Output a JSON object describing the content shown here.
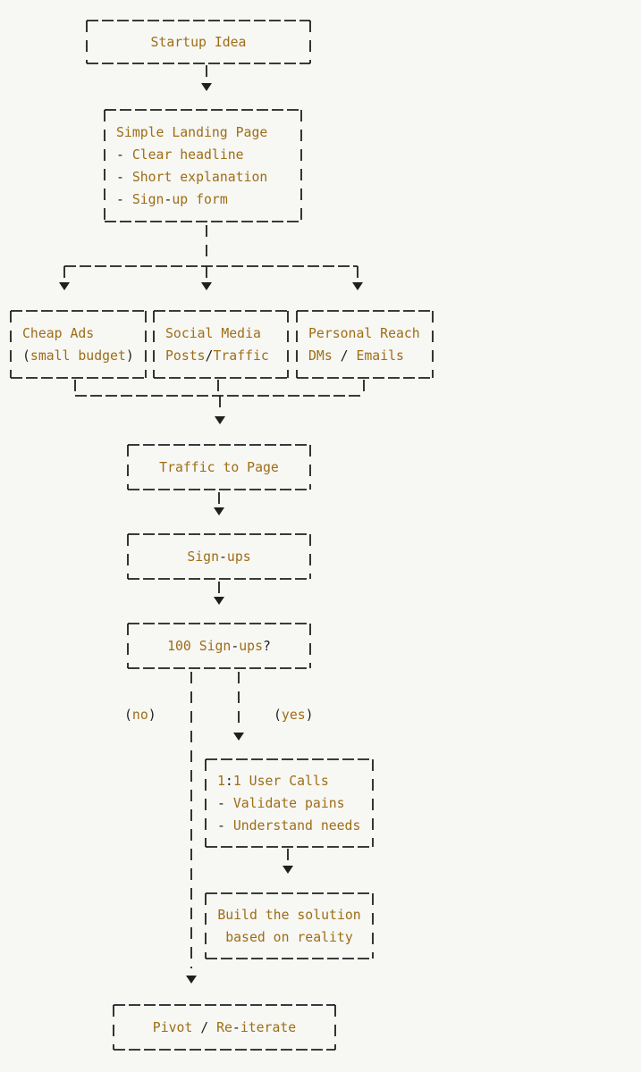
{
  "colors": {
    "background": "#f7f7f4",
    "ink": "#1f1f1f",
    "accent": "#9d6e16"
  },
  "icons": {
    "arrow_down_glyph": "▼"
  },
  "nodes": {
    "startup_idea": {
      "lines": [
        [
          {
            "t": "Startup Idea",
            "c": "a"
          }
        ]
      ]
    },
    "landing_page": {
      "lines": [
        [
          {
            "t": "Simple Landing Page",
            "c": "a"
          }
        ],
        [
          {
            "t": "- ",
            "c": "k"
          },
          {
            "t": "Clear headline",
            "c": "a"
          }
        ],
        [
          {
            "t": "- ",
            "c": "k"
          },
          {
            "t": "Short explanation",
            "c": "a"
          }
        ],
        [
          {
            "t": "- ",
            "c": "k"
          },
          {
            "t": "Sign",
            "c": "a"
          },
          {
            "t": "-",
            "c": "k"
          },
          {
            "t": "up form",
            "c": "a"
          }
        ]
      ]
    },
    "cheap_ads": {
      "lines": [
        [
          {
            "t": "Cheap Ads",
            "c": "a"
          }
        ],
        [
          {
            "t": "(",
            "c": "k"
          },
          {
            "t": "small budget",
            "c": "a"
          },
          {
            "t": ")",
            "c": "k"
          }
        ]
      ]
    },
    "social_media": {
      "lines": [
        [
          {
            "t": "Social Media",
            "c": "a"
          }
        ],
        [
          {
            "t": "Posts",
            "c": "a"
          },
          {
            "t": "/",
            "c": "k"
          },
          {
            "t": "Traffic",
            "c": "a"
          }
        ]
      ]
    },
    "personal_reach": {
      "lines": [
        [
          {
            "t": "Personal Reach",
            "c": "a"
          }
        ],
        [
          {
            "t": "DMs ",
            "c": "a"
          },
          {
            "t": "/",
            "c": "k"
          },
          {
            "t": " Emails",
            "c": "a"
          }
        ]
      ]
    },
    "traffic_to_page": {
      "lines": [
        [
          {
            "t": "Traffic to Page",
            "c": "a"
          }
        ]
      ]
    },
    "sign_ups": {
      "lines": [
        [
          {
            "t": "Sign",
            "c": "a"
          },
          {
            "t": "-",
            "c": "k"
          },
          {
            "t": "ups",
            "c": "a"
          }
        ]
      ]
    },
    "hundred_sign_ups": {
      "lines": [
        [
          {
            "t": "100 Sign",
            "c": "a"
          },
          {
            "t": "-",
            "c": "k"
          },
          {
            "t": "ups",
            "c": "a"
          },
          {
            "t": "?",
            "c": "k"
          }
        ]
      ]
    },
    "user_calls": {
      "lines": [
        [
          {
            "t": "1",
            "c": "a"
          },
          {
            "t": ":",
            "c": "k"
          },
          {
            "t": "1 User Calls",
            "c": "a"
          }
        ],
        [
          {
            "t": "- ",
            "c": "k"
          },
          {
            "t": "Validate pains",
            "c": "a"
          }
        ],
        [
          {
            "t": "- ",
            "c": "k"
          },
          {
            "t": "Understand needs",
            "c": "a"
          }
        ]
      ]
    },
    "build_solution": {
      "lines": [
        [
          {
            "t": "Build the solution",
            "c": "a"
          }
        ],
        [
          {
            "t": "based on reality",
            "c": "a"
          }
        ]
      ]
    },
    "pivot": {
      "lines": [
        [
          {
            "t": "Pivot ",
            "c": "a"
          },
          {
            "t": "/",
            "c": "k"
          },
          {
            "t": " Re",
            "c": "a"
          },
          {
            "t": "-",
            "c": "k"
          },
          {
            "t": "iterate",
            "c": "a"
          }
        ]
      ]
    }
  },
  "labels": {
    "no": [
      {
        "t": "(",
        "c": "k"
      },
      {
        "t": "no",
        "c": "a"
      },
      {
        "t": ")",
        "c": "k"
      }
    ],
    "yes": [
      {
        "t": "(",
        "c": "k"
      },
      {
        "t": "yes",
        "c": "a"
      },
      {
        "t": ")",
        "c": "k"
      }
    ]
  }
}
